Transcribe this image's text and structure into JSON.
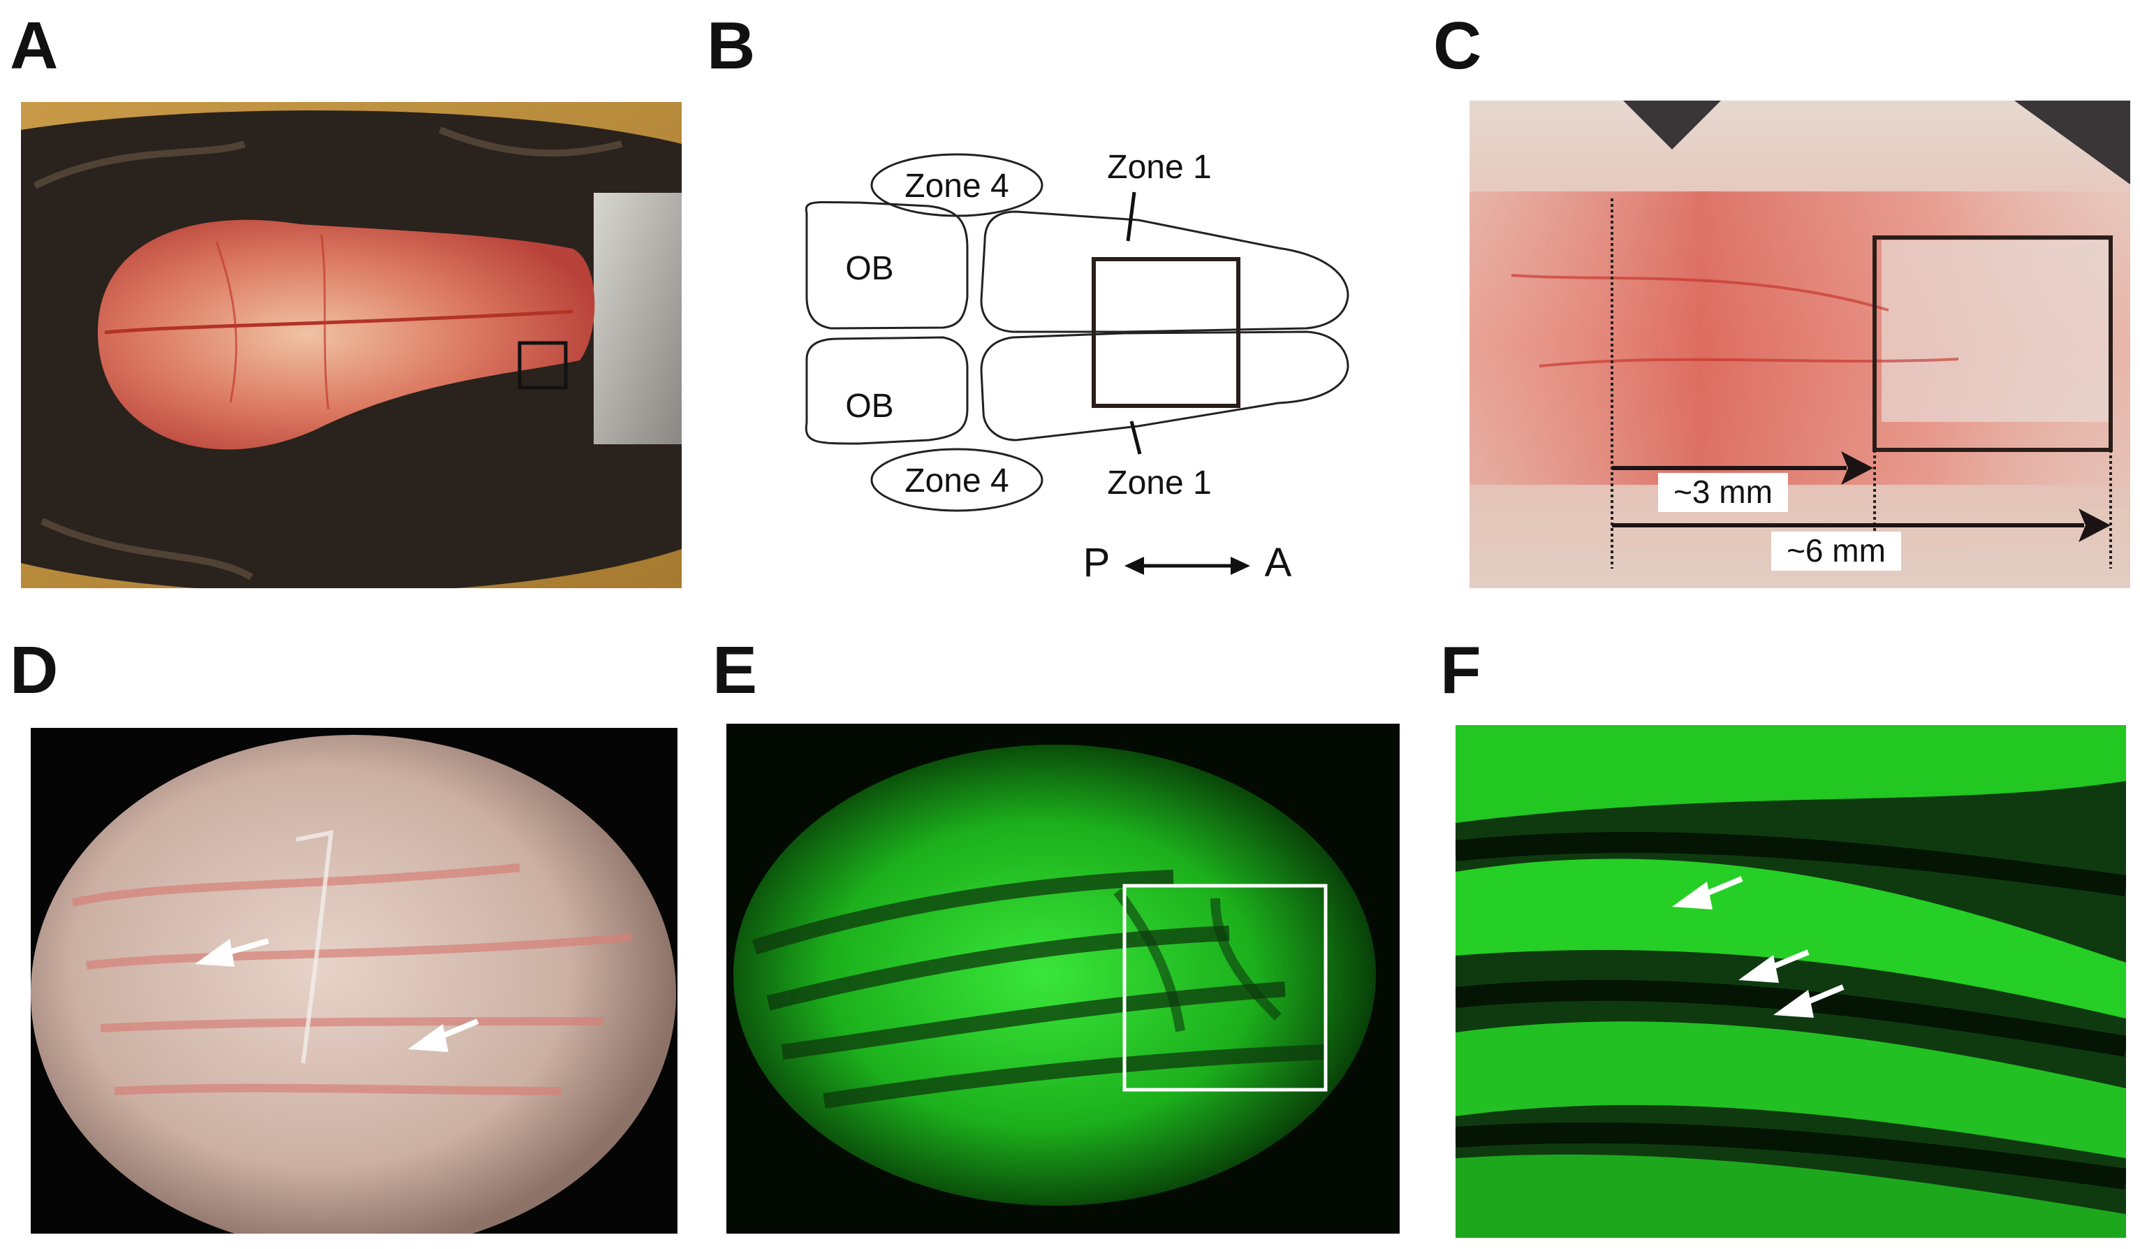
{
  "panels": {
    "a": {
      "letter": "A"
    },
    "b": {
      "letter": "B",
      "zone4_top": "Zone 4",
      "zone4_bottom": "Zone 4",
      "zone1_top": "Zone 1",
      "zone1_bottom": "Zone 1",
      "ob_top": "OB",
      "ob_bottom": "OB",
      "axis_posterior": "P",
      "axis_anterior": "A"
    },
    "c": {
      "letter": "C",
      "scale_3mm": "~3 mm",
      "scale_6mm": "~6 mm"
    },
    "d": {
      "letter": "D"
    },
    "e": {
      "letter": "E"
    },
    "f": {
      "letter": "F"
    }
  },
  "colors": {
    "tissue_red": "#c8423a",
    "fluorescence_green": "#2fd12f",
    "outline": "#222222",
    "fur_dark": "#2a221c",
    "wood": "#b88a3c"
  }
}
